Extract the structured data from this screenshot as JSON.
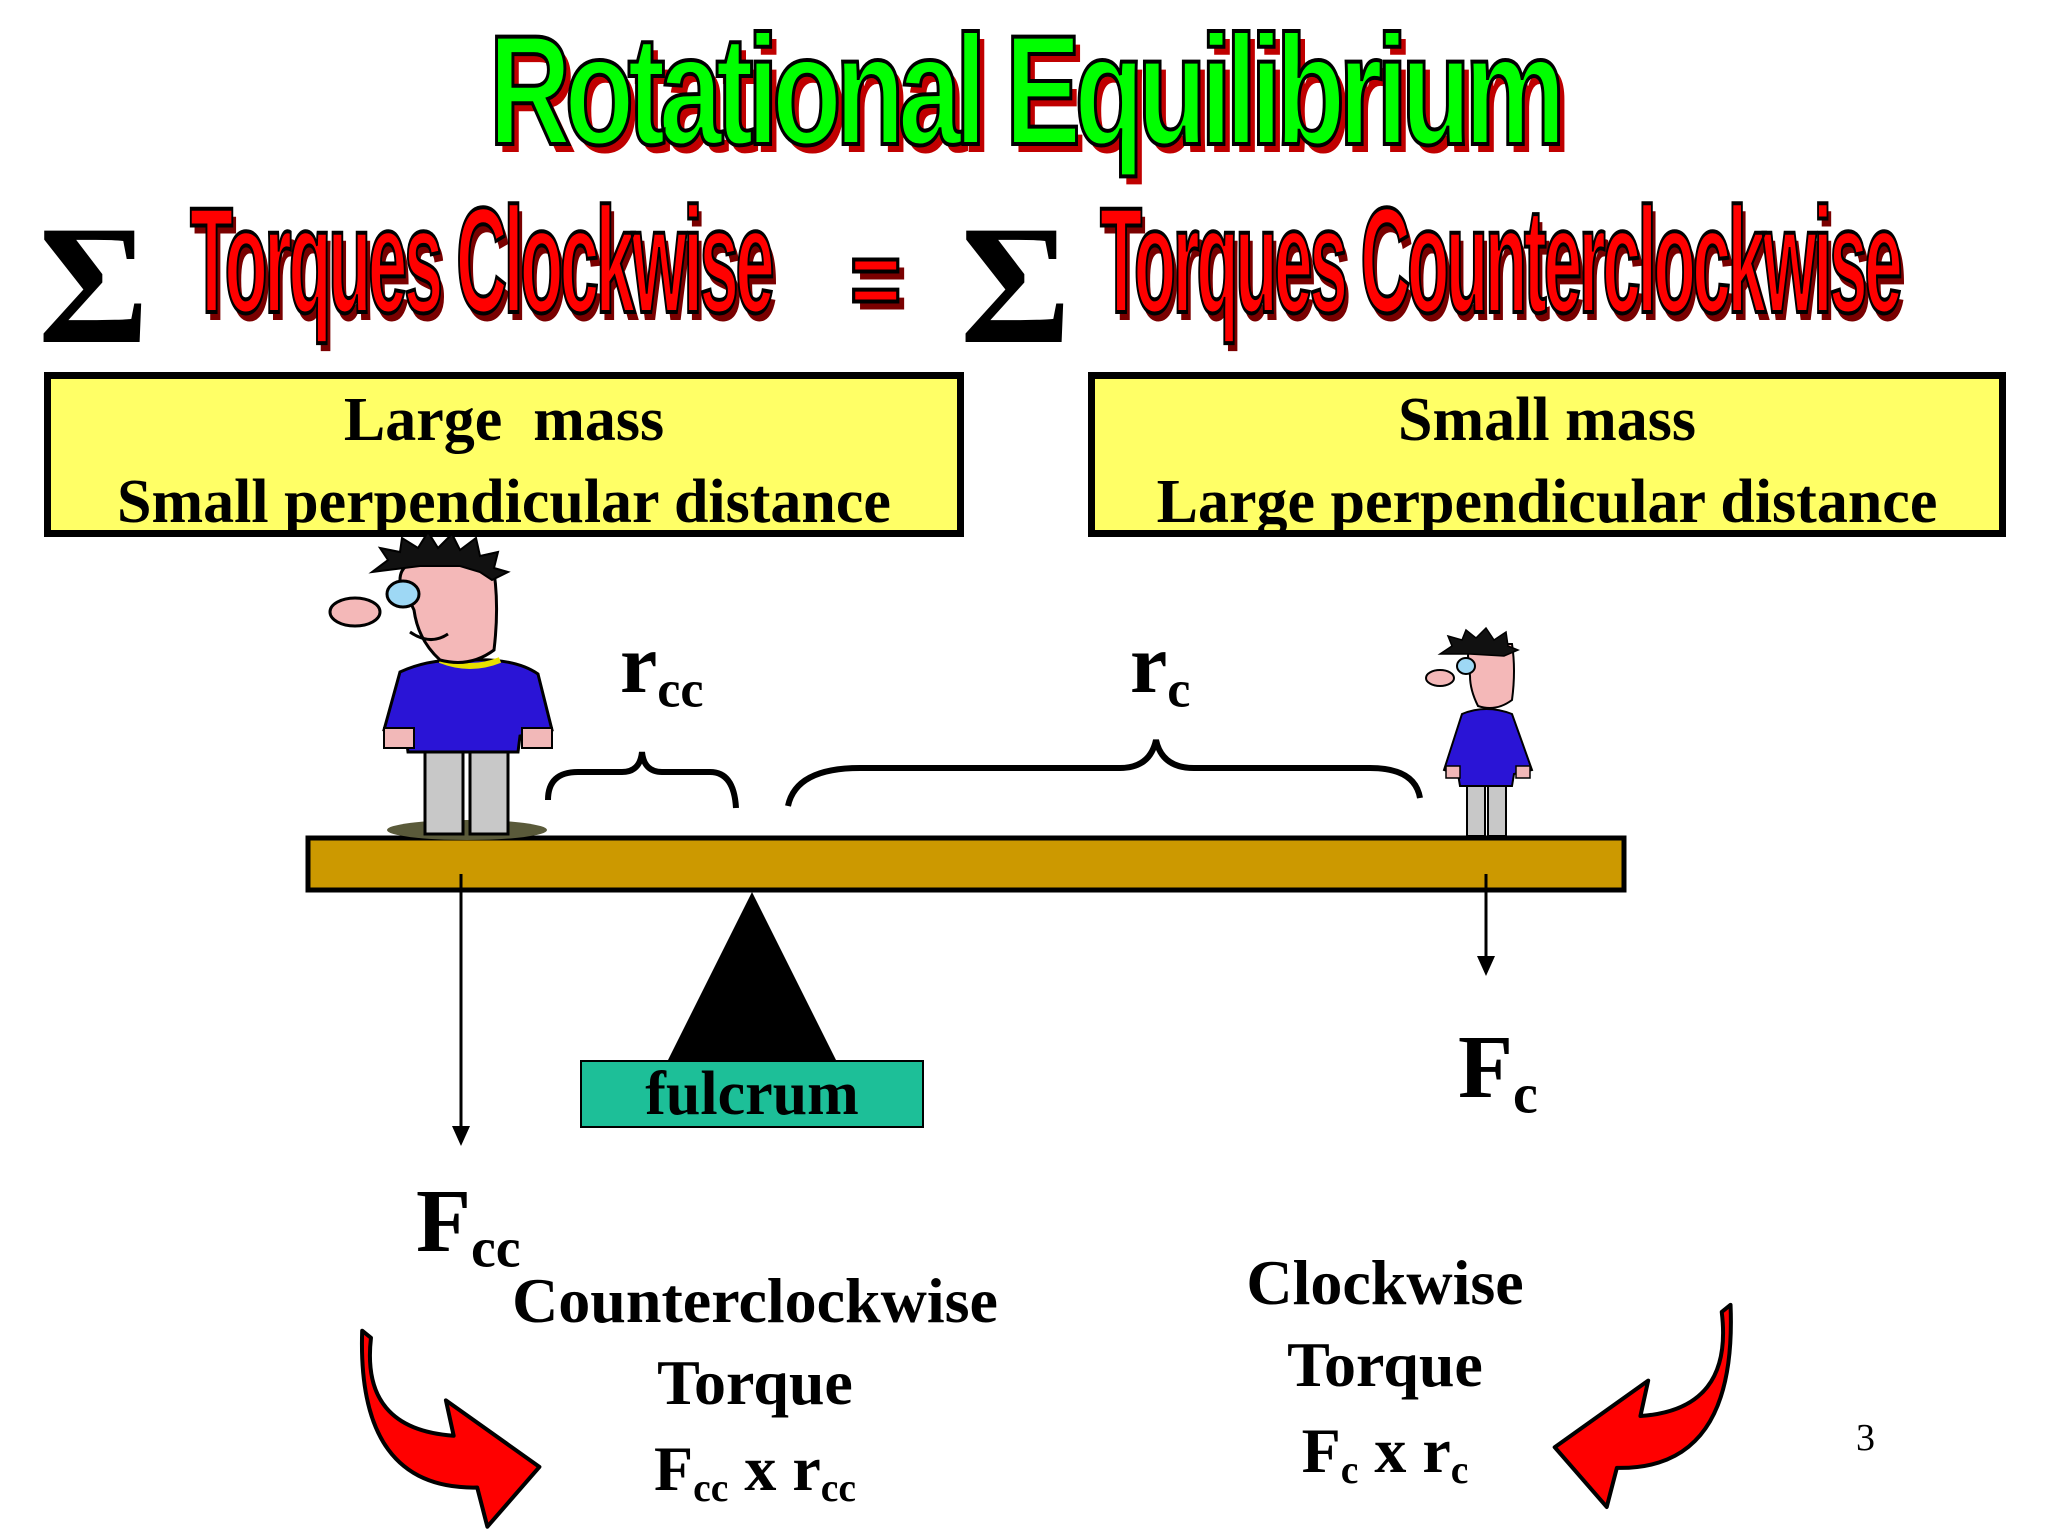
{
  "title": "Rotational Equilibrium",
  "equation": {
    "sigma_left": "Σ",
    "left": "Torques Clockwise",
    "equals": "=",
    "sigma_right": "Σ",
    "right": "Torques Counterclockwise"
  },
  "left_box": {
    "line1": "Large  mass",
    "line2": "Small perpendicular distance"
  },
  "right_box": {
    "line1": "Small mass",
    "line2": "Large perpendicular distance"
  },
  "labels": {
    "r_cc": {
      "main": "r",
      "sub": "cc"
    },
    "r_c": {
      "main": "r",
      "sub": "c"
    },
    "fulcrum": "fulcrum",
    "F_c": {
      "main": "F",
      "sub": "c"
    },
    "F_cc": {
      "main": "F",
      "sub": "cc"
    }
  },
  "ccw_torque": {
    "line1": "Counterclockwise",
    "line2": "Torque",
    "formula": {
      "f": "F",
      "f_sub": "cc",
      "x": "x",
      "r": "r",
      "r_sub": "cc"
    }
  },
  "cw_torque": {
    "line1": "Clockwise",
    "line2": "Torque",
    "formula": {
      "f": "F",
      "f_sub": "c",
      "x": "x",
      "r": "r",
      "r_sub": "c"
    }
  },
  "page_number": "3",
  "colors": {
    "title_green": "#00ff00",
    "heading_red": "#ff0000",
    "box_yellow": "#ffff66",
    "beam_gold": "#cc9900",
    "fulcrum_label_teal": "#1dbf98",
    "arrow_red": "#ff0000",
    "shirt_blue": "#2a14d6"
  },
  "icons": [
    "large-person-figure",
    "small-person-figure",
    "fulcrum-triangle",
    "curved-arrow-ccw-icon",
    "curved-arrow-cw-icon"
  ]
}
